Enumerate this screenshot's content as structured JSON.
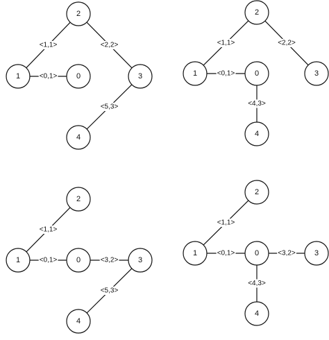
{
  "diagrams": [
    {
      "nodes": [
        {
          "id": "2",
          "label": "2"
        },
        {
          "id": "1",
          "label": "1"
        },
        {
          "id": "0",
          "label": "0"
        },
        {
          "id": "3",
          "label": "3"
        },
        {
          "id": "4",
          "label": "4"
        }
      ],
      "edges": [
        {
          "from": "2",
          "to": "1",
          "label": "<1,1>"
        },
        {
          "from": "2",
          "to": "3",
          "label": "<2,2>"
        },
        {
          "from": "1",
          "to": "0",
          "label": "<0,1>"
        },
        {
          "from": "3",
          "to": "4",
          "label": "<5,3>"
        }
      ]
    },
    {
      "nodes": [
        {
          "id": "2",
          "label": "2"
        },
        {
          "id": "1",
          "label": "1"
        },
        {
          "id": "0",
          "label": "0"
        },
        {
          "id": "3",
          "label": "3"
        },
        {
          "id": "4",
          "label": "4"
        }
      ],
      "edges": [
        {
          "from": "2",
          "to": "1",
          "label": "<1,1>"
        },
        {
          "from": "2",
          "to": "3",
          "label": "<2,2>"
        },
        {
          "from": "1",
          "to": "0",
          "label": "<0,1>"
        },
        {
          "from": "0",
          "to": "4",
          "label": "<4,3>"
        }
      ]
    },
    {
      "nodes": [
        {
          "id": "2",
          "label": "2"
        },
        {
          "id": "1",
          "label": "1"
        },
        {
          "id": "0",
          "label": "0"
        },
        {
          "id": "3",
          "label": "3"
        },
        {
          "id": "4",
          "label": "4"
        }
      ],
      "edges": [
        {
          "from": "2",
          "to": "1",
          "label": "<1,1>"
        },
        {
          "from": "1",
          "to": "0",
          "label": "<0,1>"
        },
        {
          "from": "0",
          "to": "3",
          "label": "<3,2>"
        },
        {
          "from": "3",
          "to": "4",
          "label": "<5,3>"
        }
      ]
    },
    {
      "nodes": [
        {
          "id": "2",
          "label": "2"
        },
        {
          "id": "1",
          "label": "1"
        },
        {
          "id": "0",
          "label": "0"
        },
        {
          "id": "3",
          "label": "3"
        },
        {
          "id": "4",
          "label": "4"
        }
      ],
      "edges": [
        {
          "from": "2",
          "to": "1",
          "label": "<1,1>"
        },
        {
          "from": "1",
          "to": "0",
          "label": "<0,1>"
        },
        {
          "from": "0",
          "to": "3",
          "label": "<3,2>"
        },
        {
          "from": "0",
          "to": "4",
          "label": "<4,3>"
        }
      ]
    }
  ]
}
